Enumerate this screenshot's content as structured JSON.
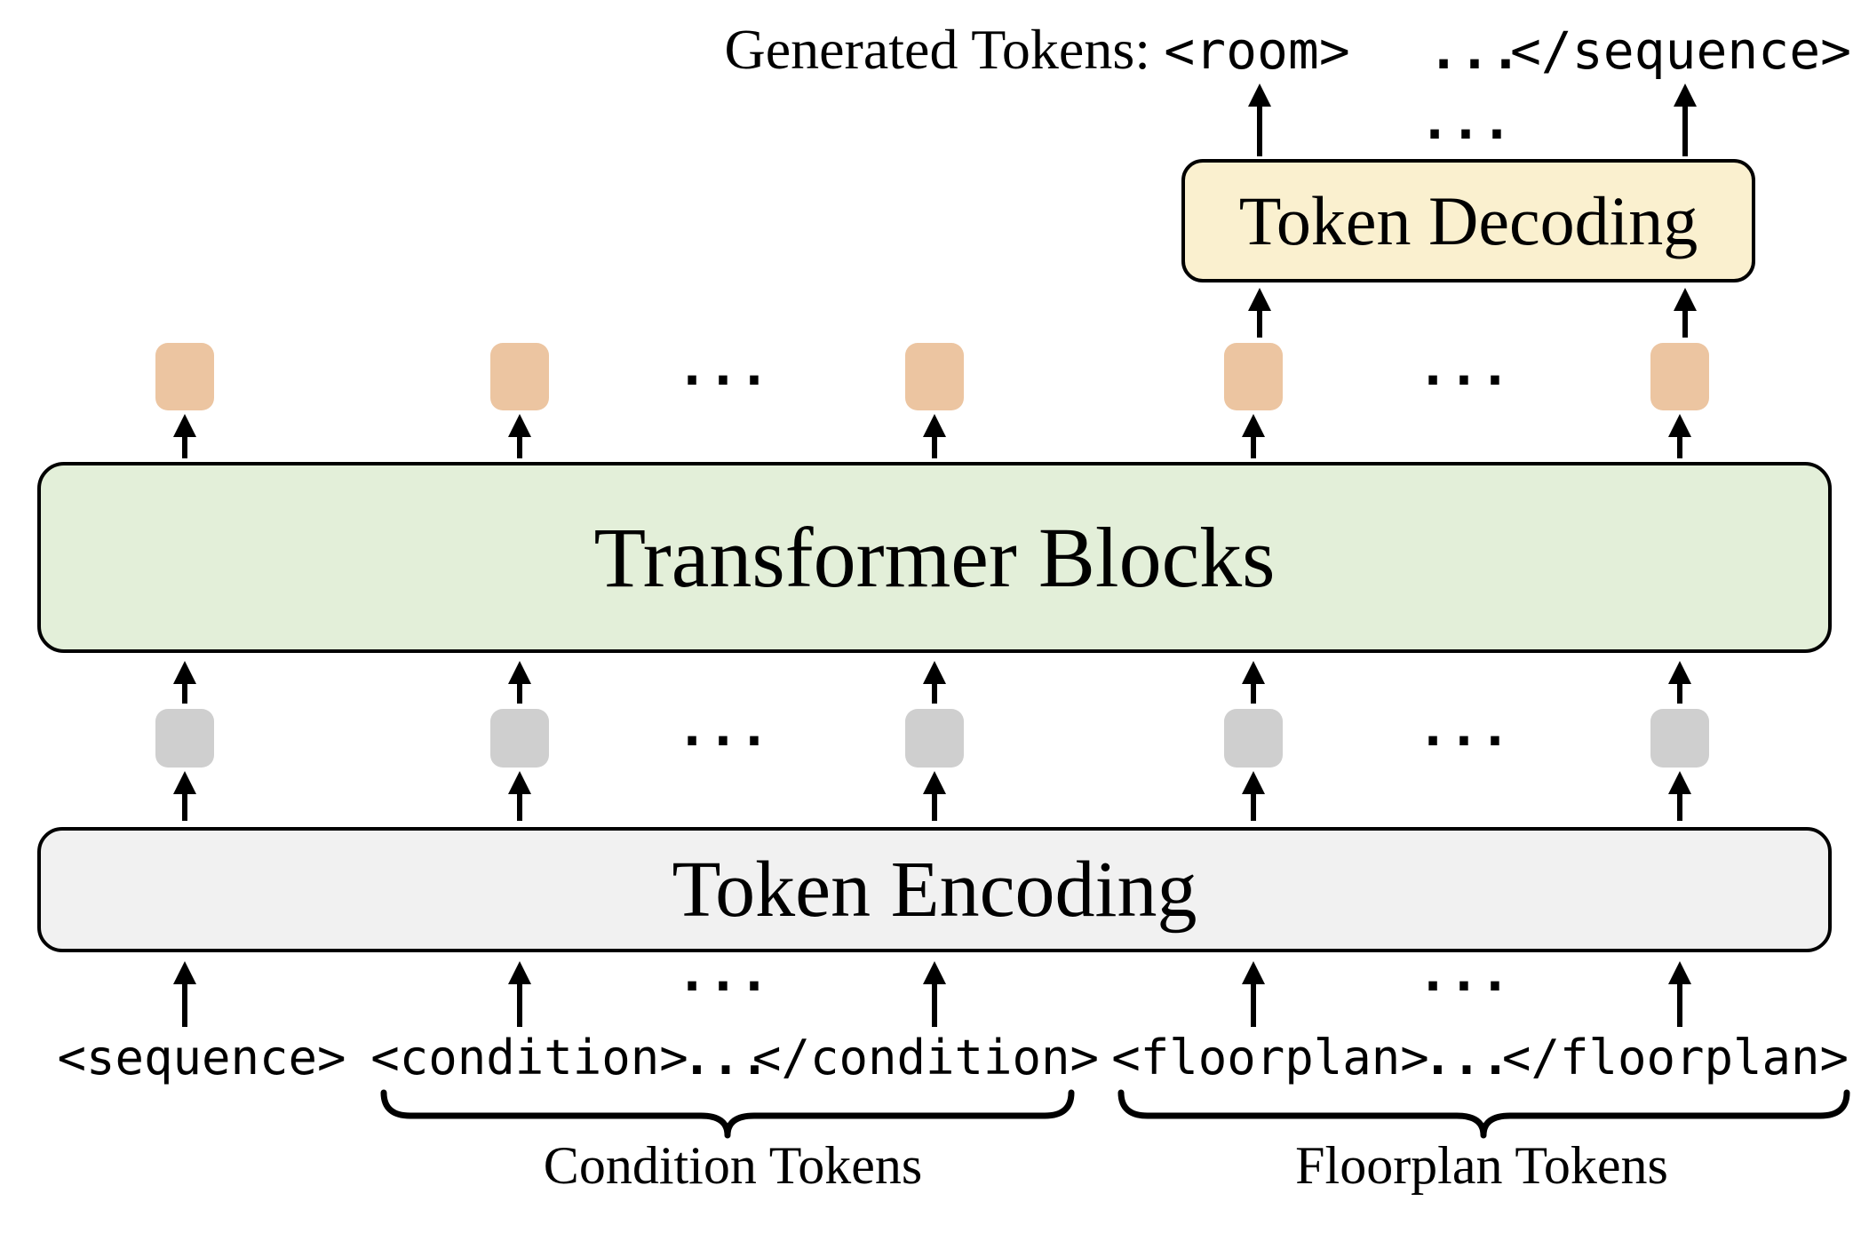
{
  "ellipsis": "...",
  "colors": {
    "decoding_fill": "#faf0cf",
    "transformer_fill": "#e3efd9",
    "encoding_fill": "#f1f1f1",
    "output_embedding": "#ecc5a1",
    "input_embedding": "#cfcfcf",
    "stroke": "#000000"
  },
  "header": {
    "generated_label": "Generated Tokens:",
    "room_token": "<room>",
    "ellipsis": "...",
    "sequence_end_token": "</sequence>"
  },
  "boxes": {
    "token_decoding": "Token Decoding",
    "transformer_blocks": "Transformer Blocks",
    "token_encoding": "Token Encoding"
  },
  "input_tokens": {
    "sequence_start": "<sequence>",
    "condition_start": "<condition>",
    "condition_ellipsis": "...",
    "condition_end": "</condition>",
    "floorplan_start": "<floorplan>",
    "floorplan_ellipsis": "...",
    "floorplan_end": "</floorplan>"
  },
  "groups": {
    "condition_label": "Condition Tokens",
    "floorplan_label": "Floorplan Tokens"
  }
}
